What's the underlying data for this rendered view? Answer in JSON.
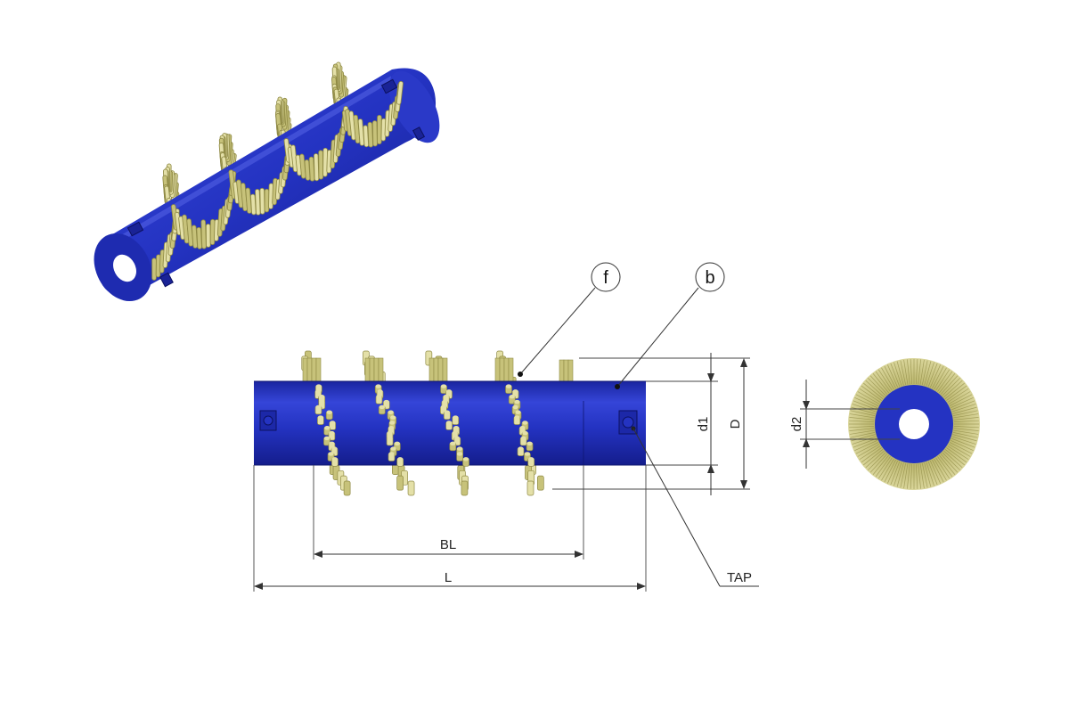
{
  "colors": {
    "core": "#2433c2",
    "core_dark": "#131b86",
    "core_light": "#4a5ae0",
    "bristle": "#c7c27a",
    "bristle_dark": "#8f8a45",
    "bristle_light": "#e4e0a8",
    "line": "#333333"
  },
  "balloons": {
    "filament": "f",
    "body": "b"
  },
  "dimensions": {
    "bristle_length": "BL",
    "overall_length": "L",
    "core_diameter": "d1",
    "outer_diameter": "D",
    "bore_diameter": "d2",
    "tap_label": "TAP"
  },
  "icons": [
    "arrowhead-icon",
    "tap-hole-icon"
  ]
}
